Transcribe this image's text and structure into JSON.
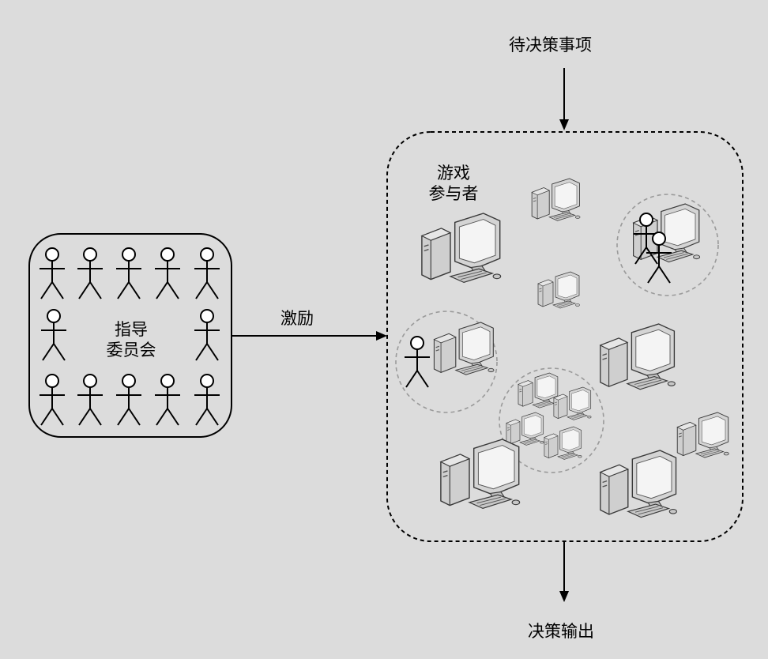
{
  "labels": {
    "pending": "待决策事项",
    "committee_line1": "指导",
    "committee_line2": "委员会",
    "incentive": "激励",
    "players_line1": "游戏",
    "players_line2": "参与者",
    "output": "决策输出"
  },
  "icons": {
    "person": "stick-figure-icon",
    "computer": "desktop-computer-icon"
  },
  "colors": {
    "background": "#dcdcdc",
    "stroke": "#000000",
    "dashed_group": "#9a9a9a"
  }
}
